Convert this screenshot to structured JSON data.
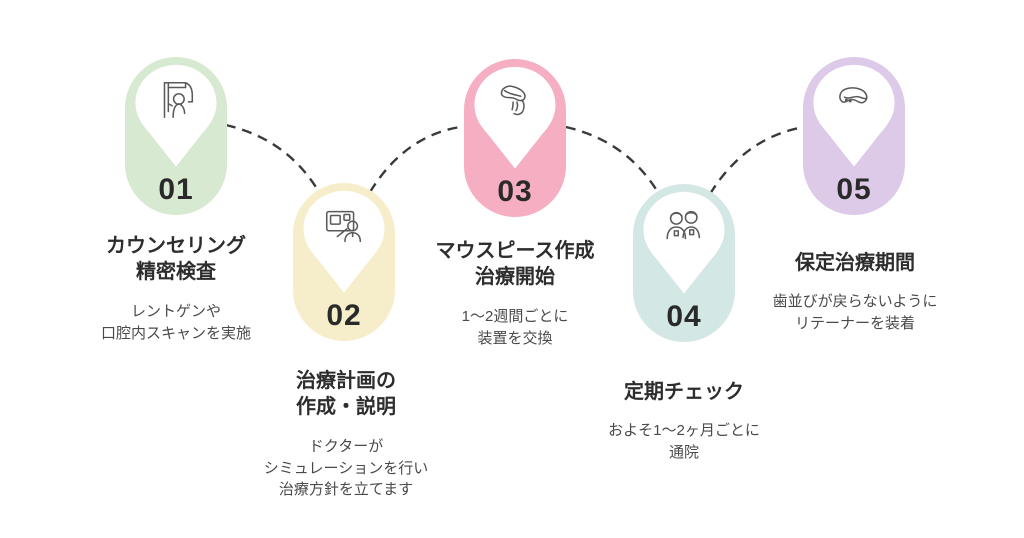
{
  "palette": {
    "background": "#ffffff",
    "connector_color": "#3a3a3a",
    "number_color": "#2a2a2a",
    "title_color": "#2d2d2d",
    "desc_color": "#4a4a4a"
  },
  "steps": [
    {
      "number": "01",
      "title_lines": [
        "カウンセリング",
        "精密検査"
      ],
      "desc_lines": [
        "レントゲンや",
        "口腔内スキャンを実施"
      ],
      "color": "#d8e9d2",
      "icon": "xray-machine-icon"
    },
    {
      "number": "02",
      "title_lines": [
        "治療計画の",
        "作成・説明"
      ],
      "desc_lines": [
        "ドクターが",
        "シミュレーションを行い",
        "治療方針を立てます"
      ],
      "color": "#f6edca",
      "icon": "treatment-plan-icon"
    },
    {
      "number": "03",
      "title_lines": [
        "マウスピース作成",
        "治療開始"
      ],
      "desc_lines": [
        "1〜2週間ごとに",
        "装置を交換"
      ],
      "color": "#f5aec2",
      "icon": "mouthpiece-hand-icon"
    },
    {
      "number": "04",
      "title_lines": [
        "定期チェック"
      ],
      "desc_lines": [
        "およそ1〜2ヶ月ごとに",
        "通院"
      ],
      "color": "#d3e7e4",
      "icon": "two-doctors-icon"
    },
    {
      "number": "05",
      "title_lines": [
        "保定治療期間"
      ],
      "desc_lines": [
        "歯並びが戻らないように",
        "リテーナーを装着"
      ],
      "color": "#dccae8",
      "icon": "retainer-icon"
    }
  ]
}
